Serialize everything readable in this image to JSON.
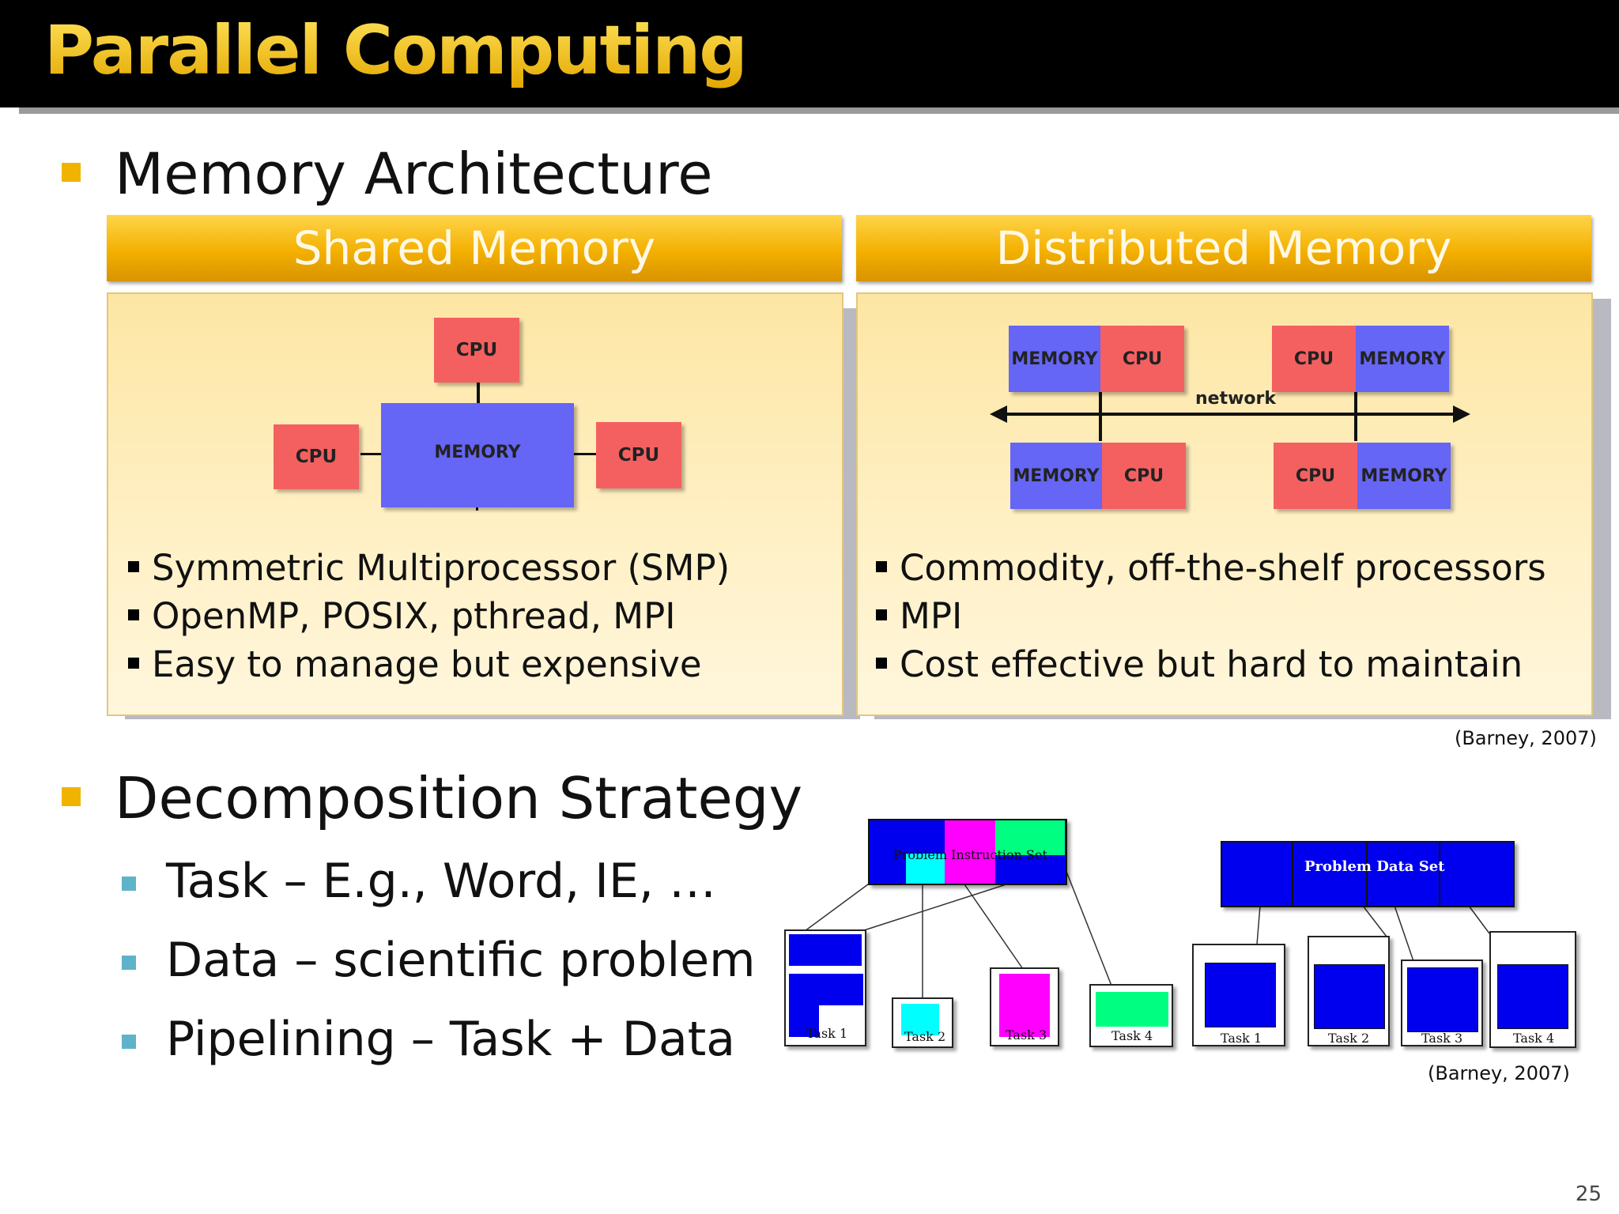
{
  "slide": {
    "title": "Parallel Computing",
    "page_number": "25"
  },
  "memory_section": {
    "heading": "Memory Architecture",
    "citation": "(Barney, 2007)",
    "shared": {
      "title": "Shared Memory",
      "cpu_label": "CPU",
      "memory_label": "MEMORY",
      "points": [
        "Symmetric Multiprocessor (SMP)",
        "OpenMP, POSIX, pthread, MPI",
        "Easy to manage but expensive"
      ]
    },
    "distributed": {
      "title": "Distributed Memory",
      "cpu_label": "CPU",
      "memory_label": "MEMORY",
      "network_label": "network",
      "points": [
        "Commodity, off-the-shelf processors",
        "MPI",
        "Cost effective but hard to maintain"
      ]
    }
  },
  "decomposition_section": {
    "heading": "Decomposition Strategy",
    "items": [
      "Task – E.g., Word, IE, …",
      "Data – scientific problem",
      "Pipelining – Task + Data"
    ],
    "citation": "(Barney, 2007)",
    "task_diagram": {
      "problem_label": "Problem Instruction Set",
      "tasks": [
        "Task 1",
        "Task 2",
        "Task 3",
        "Task 4"
      ]
    },
    "data_diagram": {
      "problem_label": "Problem Data Set",
      "tasks": [
        "Task 1",
        "Task 2",
        "Task 3",
        "Task 4"
      ]
    }
  },
  "colors": {
    "title_gold": "#f7c400",
    "bullet_gold": "#f0b400",
    "sub_bullet_teal": "#5eb3c9",
    "cpu_red": "#f46060",
    "memory_blue": "#6565f6",
    "problem_blue": "#0000ee",
    "magenta": "#ff00ff",
    "cyan": "#00ffff",
    "green": "#00ff80"
  }
}
